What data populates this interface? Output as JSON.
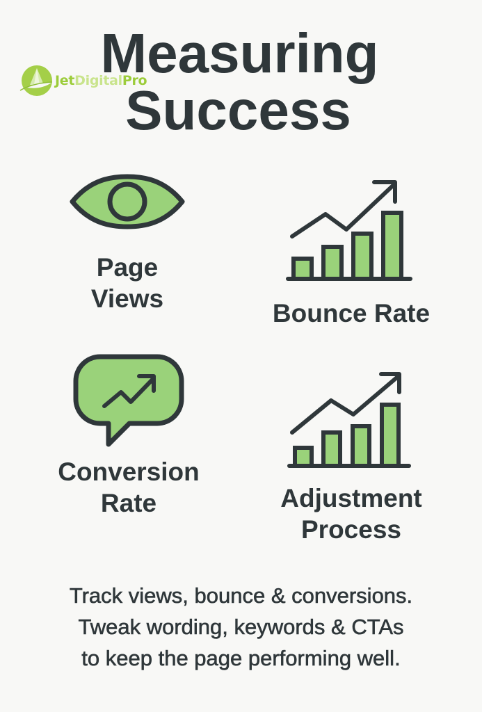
{
  "title": {
    "line1": "Measuring",
    "line2": "Success"
  },
  "logo": {
    "part1": "Jet",
    "part2": "Digital",
    "part3": "Pro",
    "icon": "jet-leaf-logo-icon"
  },
  "metrics": [
    {
      "icon": "eye-icon",
      "label_line1": "Page",
      "label_line2": "Views"
    },
    {
      "icon": "bar-chart-trend-icon",
      "label_line1": "Bounce Rate"
    },
    {
      "icon": "chat-bubble-trend-icon",
      "label_line1": "Conversion",
      "label_line2": "Rate"
    },
    {
      "icon": "bar-chart-trend-icon",
      "label_line1": "Adjustment",
      "label_line2": "Process"
    }
  ],
  "caption": {
    "line1": "Track views, bounce & conversions.",
    "line2": "Tweak wording, keywords & CTAs",
    "line3": "to keep the page performing well."
  },
  "colors": {
    "background": "#f8f8f6",
    "text": "#2f373a",
    "icon_fill": "#9ad27a",
    "logo_green": "#9ccc3a",
    "logo_light": "#c9e48c"
  }
}
